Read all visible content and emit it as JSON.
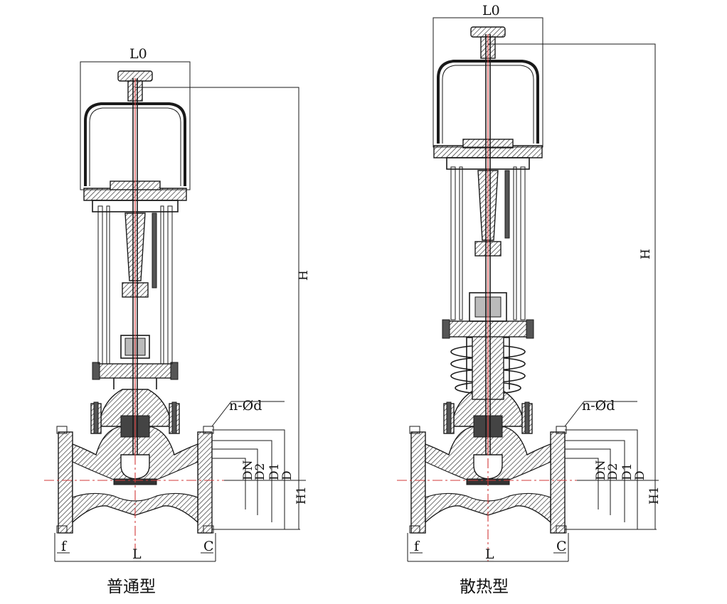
{
  "left": {
    "caption": "普通型",
    "labels": {
      "top_width": "L0",
      "height": "H",
      "bolt": "n-Ød",
      "dn": "DN",
      "d2": "D2",
      "d1": "D1",
      "d": "D",
      "h1": "H1",
      "flange_thk": "f",
      "face_len": "L",
      "raised": "C"
    }
  },
  "right": {
    "caption": "散热型",
    "labels": {
      "top_width": "L0",
      "height": "H",
      "bolt": "n-Ød",
      "dn": "DN",
      "d2": "D2",
      "d1": "D1",
      "d": "D",
      "h1": "H1",
      "flange_thk": "f",
      "face_len": "L",
      "raised": "C"
    }
  }
}
